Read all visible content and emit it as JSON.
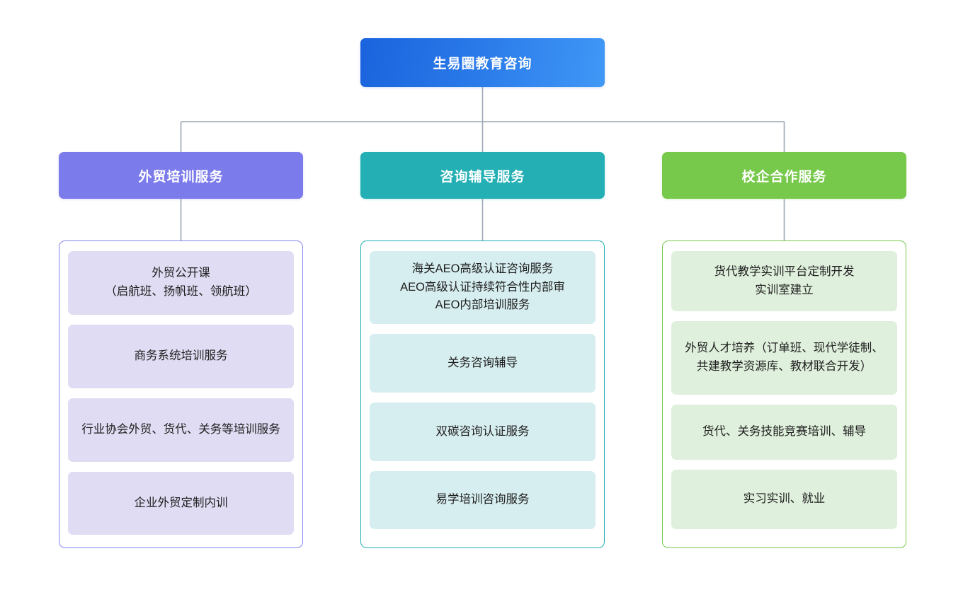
{
  "diagram": {
    "type": "organization-tree",
    "root": {
      "label": "生易圈教育咨询",
      "color": "#1a63dd",
      "color_end": "#4098f6"
    },
    "branches": [
      {
        "label": "外贸培训服务",
        "header_color": "#7b7bec",
        "border_color": "#8484f0",
        "item_color": "#e0dcf3",
        "items": [
          {
            "label": "外贸公开课\n（启航班、扬帆班、领航班）"
          },
          {
            "label": "商务系统培训服务"
          },
          {
            "label": "行业协会外贸、货代、关务等培训服务"
          },
          {
            "label": "企业外贸定制内训"
          }
        ]
      },
      {
        "label": "咨询辅导服务",
        "header_color": "#23afb4",
        "border_color": "#23afb4",
        "item_color": "#d7eef0",
        "items": [
          {
            "label": "海关AEO高级认证咨询服务\nAEO高级认证持续符合性内部审\nAEO内部培训服务"
          },
          {
            "label": "关务咨询辅导"
          },
          {
            "label": "双碳咨询认证服务"
          },
          {
            "label": "易学培训咨询服务"
          }
        ]
      },
      {
        "label": "校企合作服务",
        "header_color": "#76c94a",
        "border_color": "#76c94a",
        "item_color": "#dff0dc",
        "items": [
          {
            "label": "货代教学实训平台定制开发\n实训室建立"
          },
          {
            "label": "外贸人才培养（订单班、现代学徒制、共建教学资源库、教材联合开发）"
          },
          {
            "label": "货代、关务技能竞赛培训、辅导"
          },
          {
            "label": "实习实训、就业"
          }
        ]
      }
    ],
    "connector_color": "#9aa7b4"
  }
}
